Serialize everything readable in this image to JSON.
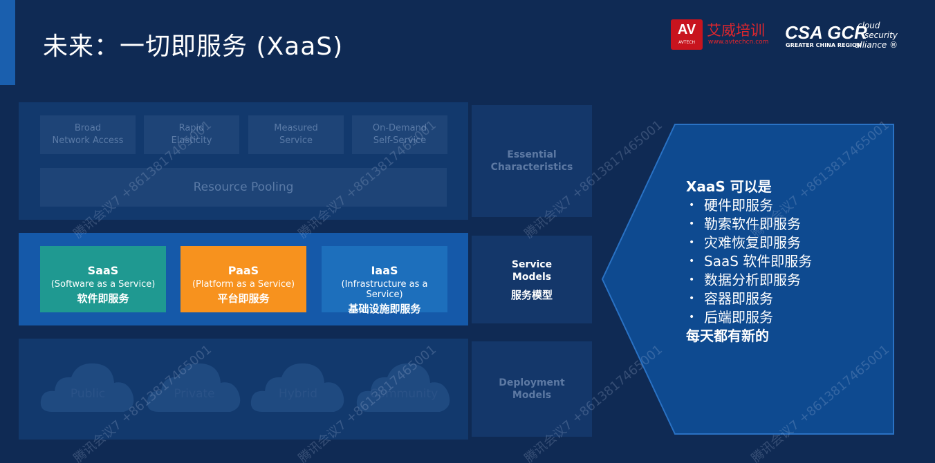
{
  "slide": {
    "title": "未来：一切即服务 (XaaS)"
  },
  "logos": {
    "av_mark": "AV",
    "av_small": "AVTECH",
    "training_name": "艾威培训",
    "training_url": "www.avtechcn.com",
    "csa_name": "CSA GCR",
    "csa_sub": "GREATER CHINA REGION",
    "cloud_l1": "cloud",
    "cloud_l2": "security",
    "cloud_l3": "alliance ®"
  },
  "essential": {
    "label_l1": "Essential",
    "label_l2": "Characteristics",
    "items": [
      {
        "l1": "Broad",
        "l2": "Network Access"
      },
      {
        "l1": "Rapid",
        "l2": "Elasticity"
      },
      {
        "l1": "Measured",
        "l2": "Service"
      },
      {
        "l1": "On-Demand",
        "l2": "Self-Service"
      }
    ],
    "pooling": "Resource Pooling"
  },
  "service_models": {
    "label_l1": "Service",
    "label_l2": "Models",
    "label_cn": "服务模型",
    "items": [
      {
        "name": "SaaS",
        "desc": "(Software as a Service)",
        "cn": "软件即服务"
      },
      {
        "name": "PaaS",
        "desc": "(Platform as a Service)",
        "cn": "平台即服务"
      },
      {
        "name": "IaaS",
        "desc": "(Infrastructure as a Service)",
        "cn": "基础设施即服务"
      }
    ]
  },
  "deployment": {
    "label_l1": "Deployment",
    "label_l2": "Models",
    "items": [
      "Public",
      "Private",
      "Hybrid",
      "Community"
    ]
  },
  "xaas_panel": {
    "heading": "XaaS 可以是",
    "bullet": "•",
    "items": [
      "硬件即服务",
      "勒索软件即服务",
      "灾难恢复即服务",
      "SaaS 软件即服务",
      "数据分析即服务",
      "容器即服务",
      "后端即服务"
    ],
    "footer": "每天都有新的"
  },
  "watermark": {
    "text": "腾讯会议7 +8613817465001"
  },
  "colors": {
    "background": "#0f2a54",
    "saas": "#1f9991",
    "paas": "#f7921e",
    "iaas": "#1d6fbc",
    "brand_red": "#c8141e"
  }
}
